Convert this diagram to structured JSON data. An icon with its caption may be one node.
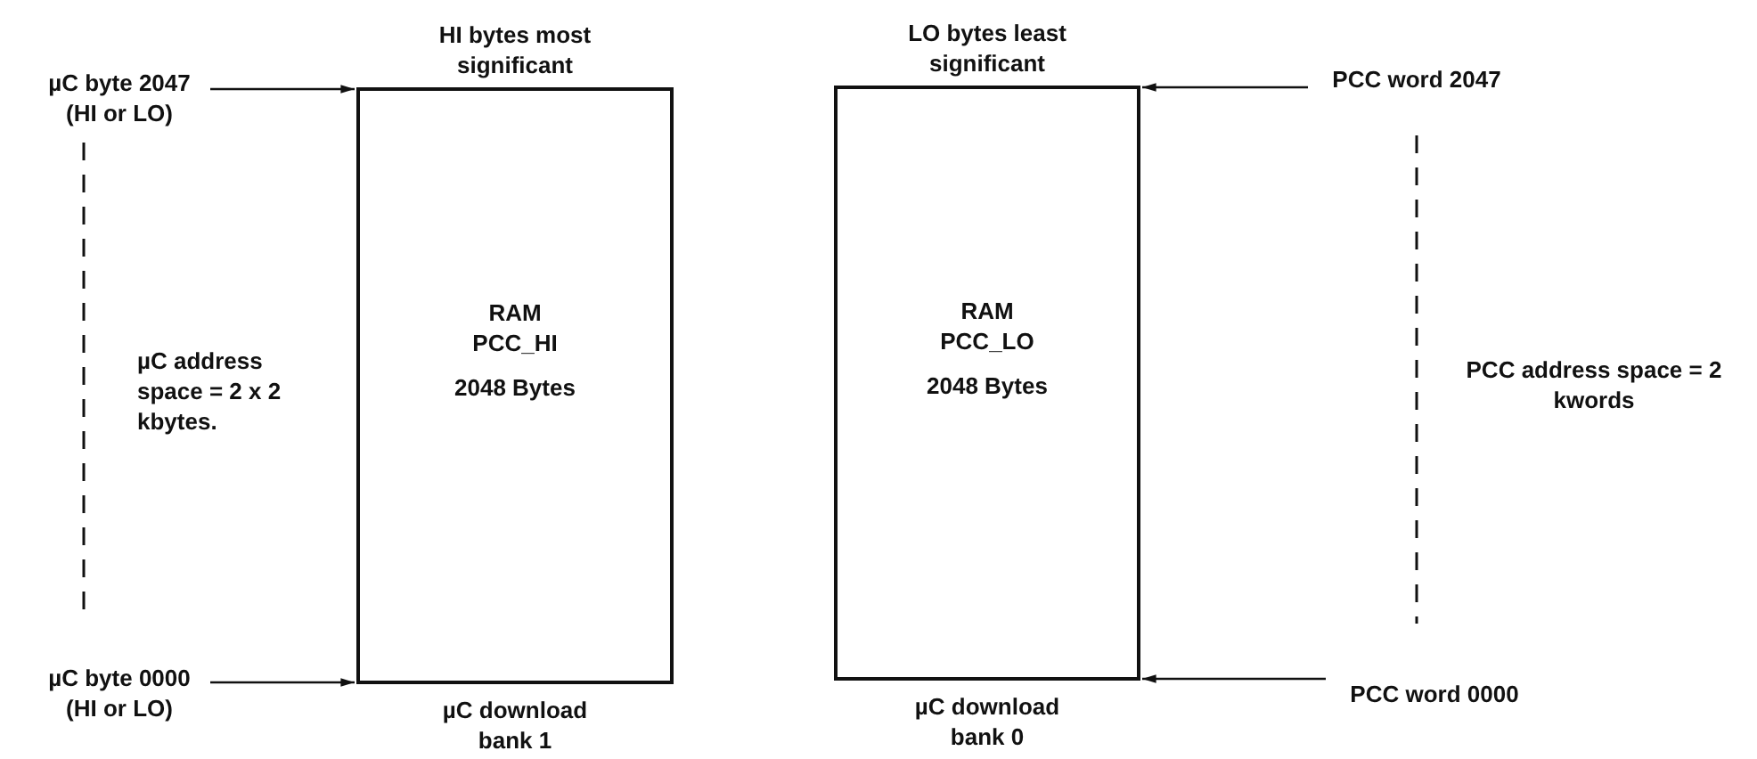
{
  "diagram": {
    "nodes": [
      {
        "text": [
          "µC byte 2047 (HI or LO)"
        ]
      },
      {
        "text": [
          "HI bytes most significant",
          "RAM PCC_HI",
          "2048 Bytes"
        ],
        "beside": [
          "µC download bank 1"
        ]
      },
      {
        "text": [
          "LO bytes least significant",
          "RAM PCC_LO",
          "2048 Bytes"
        ],
        "beside": [
          "µC download bank 0"
        ]
      },
      {
        "text": [
          "PCC word 2047"
        ]
      },
      {
        "text": [
          "µC byte 0000 (HI or LO)"
        ]
      },
      {
        "text": [
          "PCC word 0000"
        ]
      }
    ],
    "edges": [
      {
        "from": 0,
        "to": 1,
        "arrow": "to"
      },
      {
        "from": 3,
        "to": 2,
        "arrow": "to"
      },
      {
        "from": 4,
        "to": 1,
        "arrow": "to"
      },
      {
        "from": 5,
        "to": 2,
        "arrow": "to"
      }
    ],
    "labels": [
      "µC address space = 2 x 2 kbytes.",
      "PCC address space = 2 kwords"
    ]
  }
}
